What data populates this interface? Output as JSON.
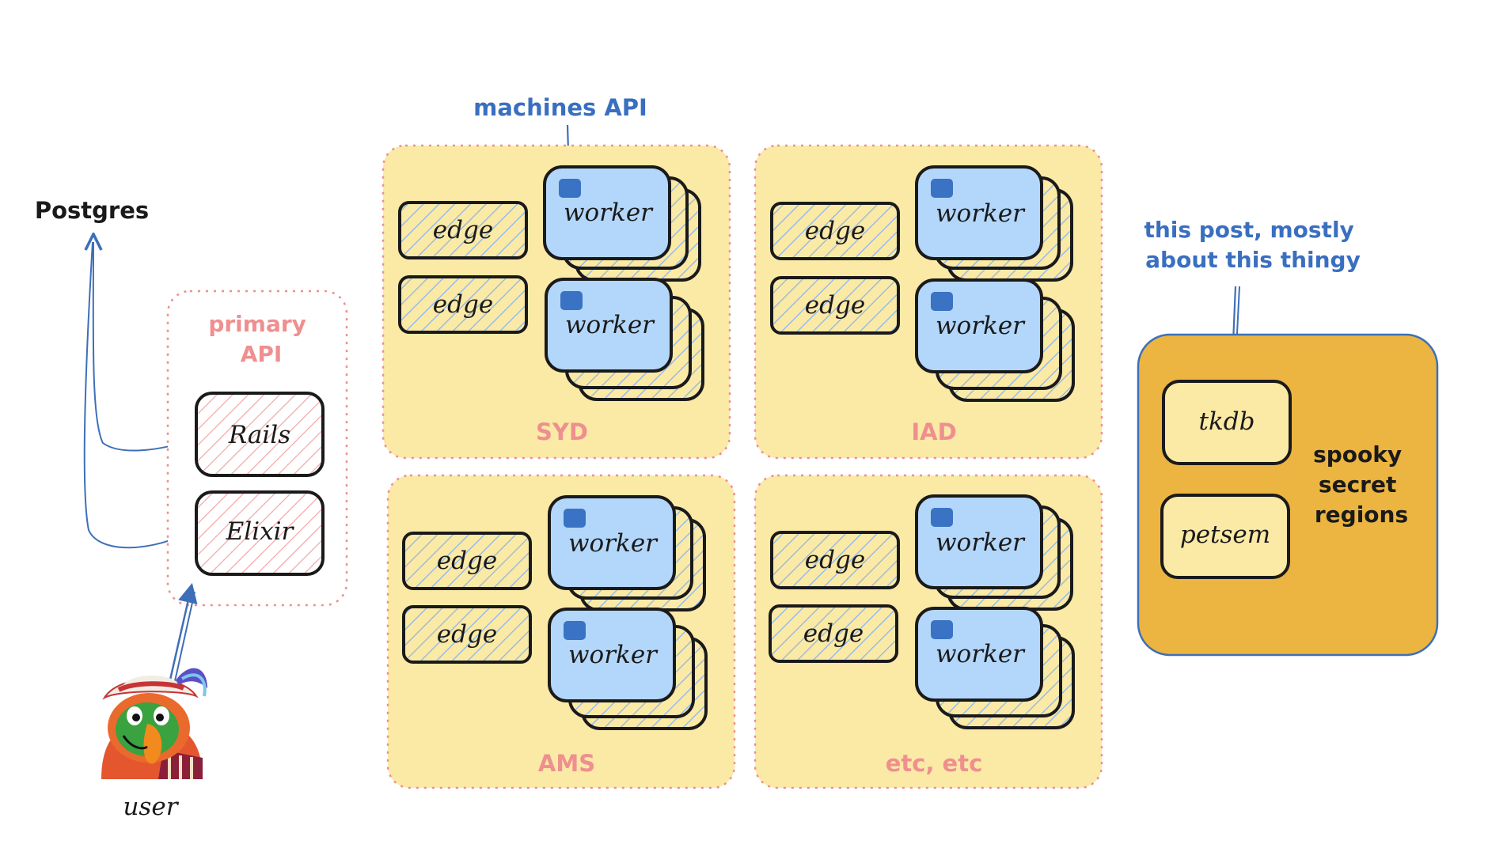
{
  "labels": {
    "postgres": "Postgres",
    "primary_api": [
      "primary",
      "API"
    ],
    "machines_api": "machines API",
    "user": "user",
    "note": [
      "this post, mostly",
      "about this thingy"
    ],
    "spooky": [
      "spooky",
      "secret",
      "regions"
    ]
  },
  "primary_api_nodes": [
    "Rails",
    "Elixir"
  ],
  "regions": [
    {
      "name": "SYD",
      "edges": [
        "edge",
        "edge"
      ],
      "workers": [
        "worker",
        "worker"
      ]
    },
    {
      "name": "IAD",
      "edges": [
        "edge",
        "edge"
      ],
      "workers": [
        "worker",
        "worker"
      ]
    },
    {
      "name": "AMS",
      "edges": [
        "edge",
        "edge"
      ],
      "workers": [
        "worker",
        "worker"
      ]
    },
    {
      "name": "etc, etc",
      "edges": [
        "edge",
        "edge"
      ],
      "workers": [
        "worker",
        "worker"
      ]
    }
  ],
  "spooky_nodes": [
    "tkdb",
    "petsem"
  ],
  "colors": {
    "region_fill": "#fbe9a6",
    "region_border": "#ef8f8f",
    "worker_fill": "#b3d7fb",
    "worker_chip": "#3a72c4",
    "edge_hatch": "#86b6ef",
    "api_hatch": "#f3a8a8",
    "spooky_fill": "#ecb440",
    "spooky_border": "#3d6fb8",
    "arrow_blue": "#3d6fb8",
    "label_blue": "#3a6fc0",
    "label_pink": "#ef8f8f",
    "user_red": "#c53535",
    "outline": "#1a1a1a"
  }
}
